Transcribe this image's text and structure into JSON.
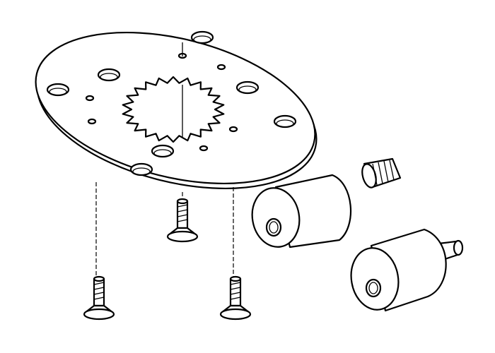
{
  "colors": {
    "stroke": "#000000",
    "background": "#ffffff"
  },
  "parts": [
    "adapter-plate",
    "countersunk-screw",
    "countersunk-screw",
    "countersunk-screw",
    "set-screw",
    "buffer-cylinder",
    "buffer-cylinder-with-stud"
  ]
}
